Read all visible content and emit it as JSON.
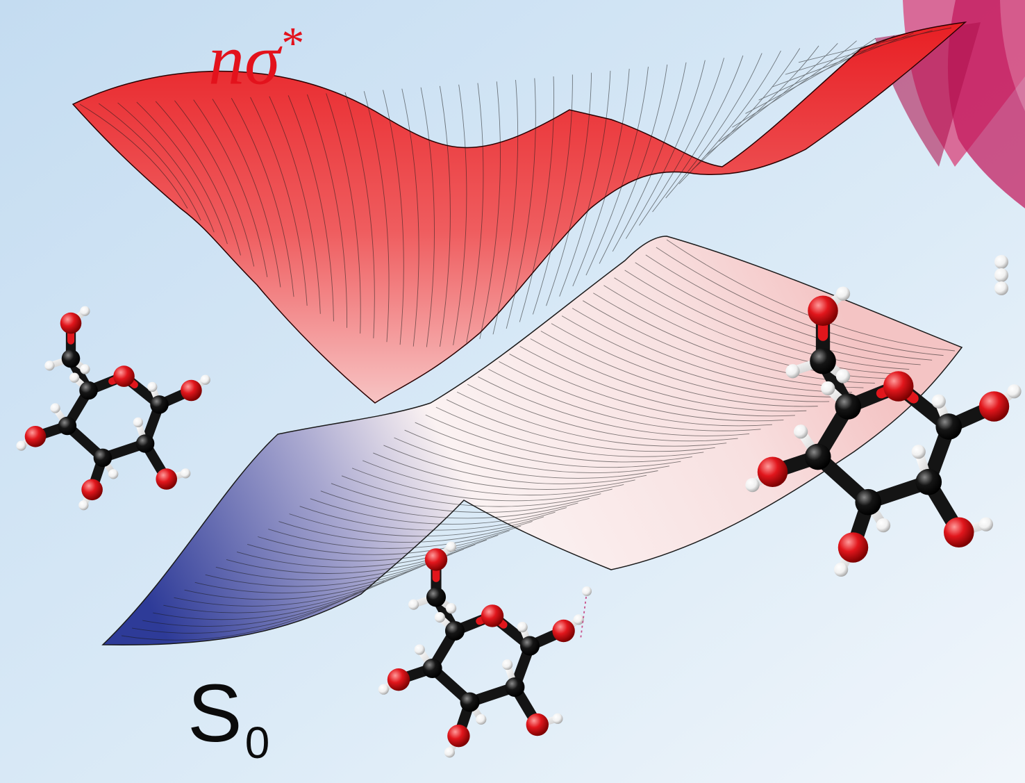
{
  "labels": {
    "excited_state": {
      "main": "nσ",
      "superscript": "*"
    },
    "ground_state": {
      "main": "S",
      "subscript": "0"
    }
  },
  "colors": {
    "background_top": "#c4dcf1",
    "background_bottom": "#eef5fb",
    "excited_surface_dark": "#e81f24",
    "excited_surface_light": "#f7c4c4",
    "ground_surface_blue": "#2e3b98",
    "ground_surface_white": "#fbf2f2",
    "ground_surface_pink": "#f6c9c9",
    "mesh_line": "#1a1a1a",
    "oxygen_atom": "#e1161c",
    "carbon_atom": "#151515",
    "hydrogen_atom": "#f4f4f4",
    "corner_arc": "#c2185b"
  },
  "icons": [
    "glucose-molecule",
    "h-atom"
  ]
}
